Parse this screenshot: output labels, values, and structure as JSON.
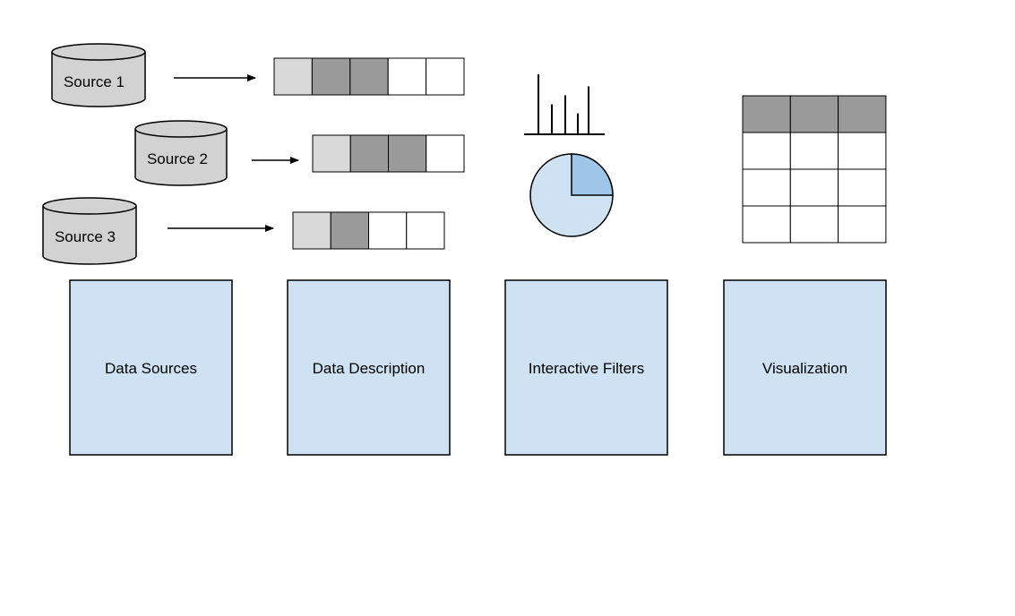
{
  "sources": [
    {
      "label": "Source 1"
    },
    {
      "label": "Source 2"
    },
    {
      "label": "Source 3"
    }
  ],
  "records": [
    {
      "cells": [
        "light",
        "dark",
        "dark",
        "empty",
        "empty"
      ]
    },
    {
      "cells": [
        "light",
        "dark",
        "dark",
        "empty"
      ]
    },
    {
      "cells": [
        "light",
        "dark",
        "empty",
        "empty"
      ]
    }
  ],
  "filters": {
    "histogram": {
      "values": [
        1.0,
        0.5,
        0.65,
        0.35,
        0.8
      ]
    },
    "pie": {
      "highlighted_fraction": 0.25
    }
  },
  "visualization_table": {
    "header_columns": 3,
    "body_rows": 3
  },
  "panels": [
    {
      "label": "Data Sources"
    },
    {
      "label": "Data Description"
    },
    {
      "label": "Interactive Filters"
    },
    {
      "label": "Visualization"
    }
  ],
  "colors": {
    "cylinder": "#d2d2d2",
    "cell_light": "#d9d9d9",
    "cell_dark": "#9a9a9a",
    "cell_empty": "#ffffff",
    "panel_fill": "#cfe2f3",
    "pie_base": "#cfe2f3",
    "pie_highlight": "#9fc5e8",
    "table_header": "#9a9a9a",
    "stroke": "#000000"
  }
}
